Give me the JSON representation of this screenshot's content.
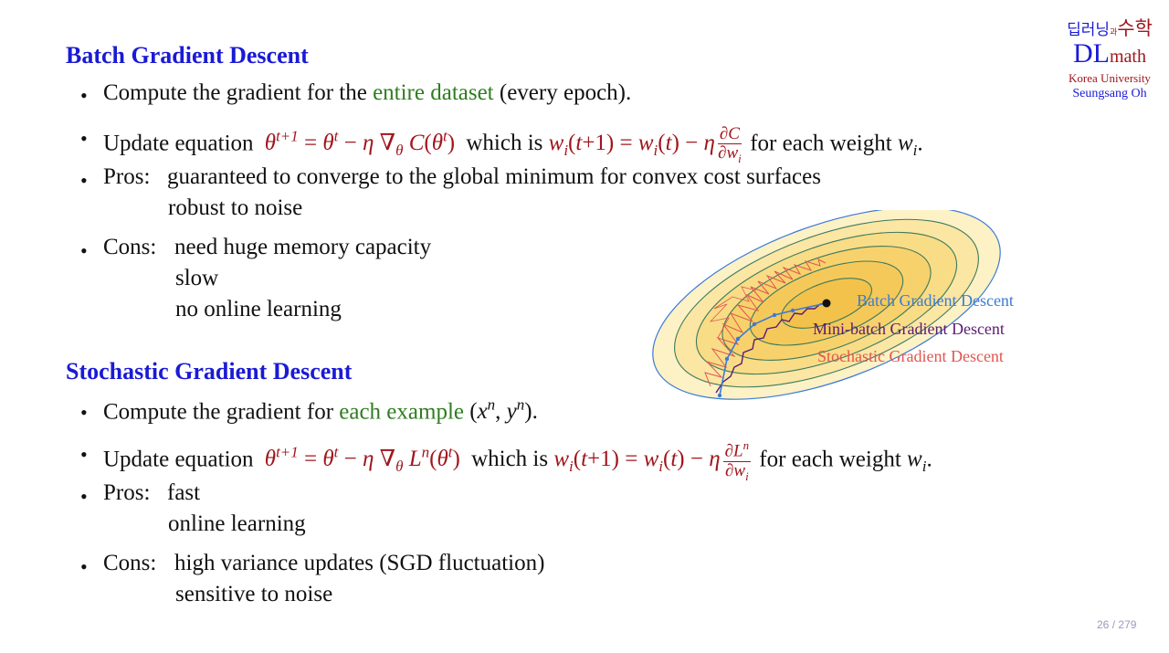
{
  "logo": {
    "korean_left": "딥러닝",
    "korean_small": "과",
    "korean_right": "수학",
    "dl": "DL",
    "math": "math",
    "university": "Korea University",
    "author": "Seungsang Oh"
  },
  "batch": {
    "heading": "Batch Gradient Descent",
    "b1_pre": "Compute the gradient for the ",
    "b1_green": "entire dataset",
    "b1_post": " (every epoch).",
    "b2_pre": "Update equation",
    "b2_mid": "which is",
    "b2_post": "for each weight",
    "pros_label": "Pros:",
    "pros_1": "guaranteed to converge to the global minimum for convex cost surfaces",
    "pros_2": "robust to noise",
    "cons_label": "Cons:",
    "cons_1": "need huge memory capacity",
    "cons_2": "slow",
    "cons_3": "no online learning"
  },
  "stochastic": {
    "heading": "Stochastic Gradient Descent",
    "b1_pre": "Compute the gradient for ",
    "b1_green": "each example",
    "b2_pre": "Update equation",
    "b2_mid": "which is",
    "b2_post": "for each weight",
    "pros_label": "Pros:",
    "pros_1": "fast",
    "pros_2": "online learning",
    "cons_label": "Cons:",
    "cons_1": "high variance updates (SGD fluctuation)",
    "cons_2": "sensitive to noise"
  },
  "figure": {
    "legend": [
      {
        "label": "Batch Gradient Descent",
        "color": "#3a7bd5"
      },
      {
        "label": "Mini-batch Gradient Descent",
        "color": "#5b1a73"
      },
      {
        "label": "Stochastic Gradient Descent",
        "color": "#e0564f"
      }
    ]
  },
  "page": {
    "current": "26",
    "sep": "/",
    "total": "279"
  }
}
